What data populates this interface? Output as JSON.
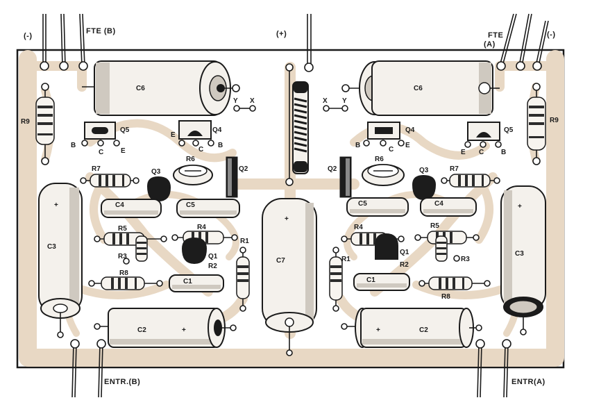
{
  "labels": {
    "top_left_minus": "(-)",
    "fte_b": "FTE (B)",
    "top_plus": "(+)",
    "fte_a_1": "FTE",
    "fte_a_2": "(A)",
    "top_right_minus": "(-)",
    "entr_b": "ENTR.(B)",
    "entr_a": "ENTR(A)"
  },
  "left_channel": {
    "c6": "C6",
    "r9": "R9",
    "q5": "Q5",
    "q4": "Q4",
    "q5_b": "B",
    "q5_c": "C",
    "q5_e": "E",
    "q4_e": "E",
    "q4_c": "C",
    "q4_b": "B",
    "y": "Y",
    "x": "X",
    "r7": "R7",
    "q3": "Q3",
    "r6": "R6",
    "q2": "Q2",
    "c4": "C4",
    "c5": "C5",
    "c3": "C3",
    "c3_plus": "+",
    "r5": "R5",
    "r4": "R4",
    "r1": "R1",
    "r3": "R3",
    "q1": "Q1",
    "r2": "R2",
    "r8": "R8",
    "c1": "C1",
    "c2": "C2",
    "c2_plus": "+"
  },
  "center": {
    "c7": "C7",
    "c7_plus": "+"
  },
  "right_channel": {
    "c6": "C6",
    "r9": "R9",
    "q4": "Q4",
    "q5": "Q5",
    "q4_b": "B",
    "q4_c": "C",
    "q4_e": "E",
    "q5_e": "E",
    "q5_c": "C",
    "q5_b": "B",
    "x": "X",
    "y": "Y",
    "q2": "Q2",
    "r6": "R6",
    "q3": "Q3",
    "r7": "R7",
    "c5": "C5",
    "c4": "C4",
    "c3": "C3",
    "c3_plus": "+",
    "r4": "R4",
    "r5": "R5",
    "q1": "Q1",
    "r1": "R1",
    "r2": "R2",
    "r3": "R3",
    "c1": "C1",
    "r8": "R8",
    "c2": "C2",
    "c2_plus": "+"
  },
  "colors": {
    "board": "#ffffff",
    "copper": "#e8d8c4",
    "ink": "#1a1a1a"
  }
}
